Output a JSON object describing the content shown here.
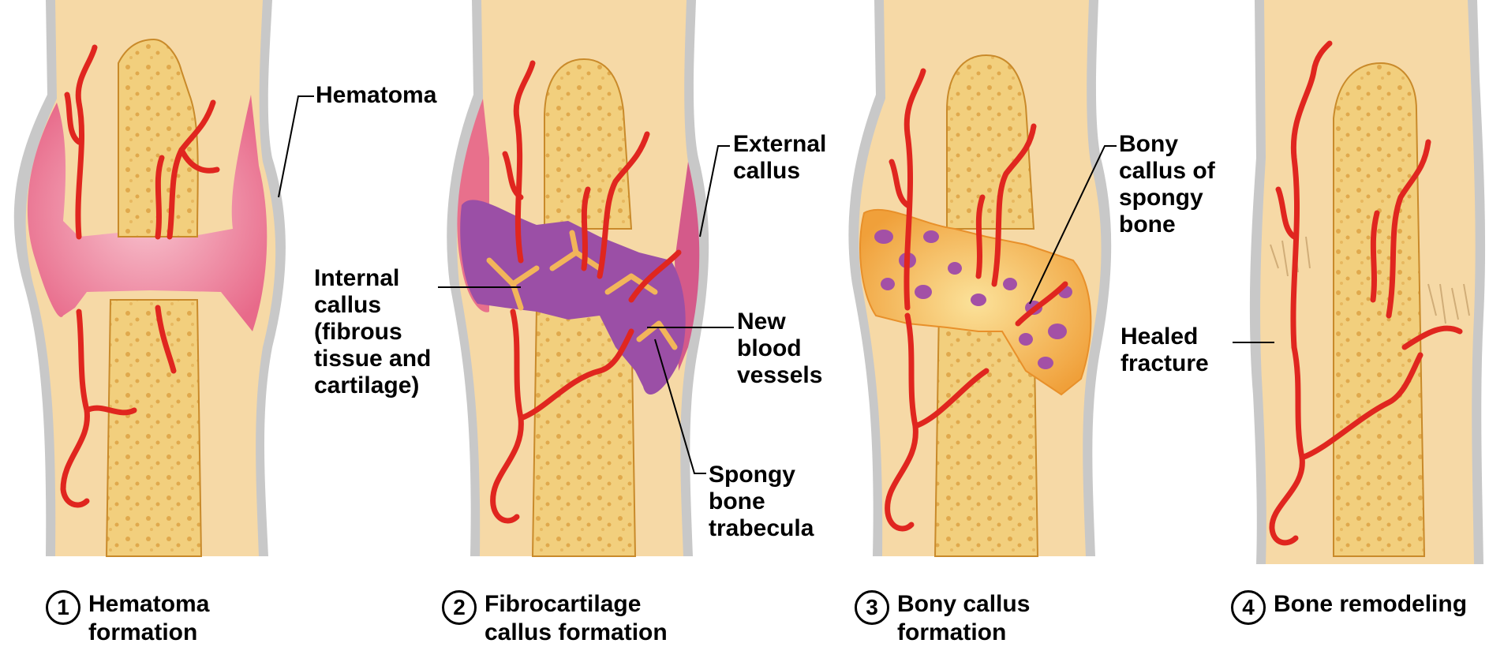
{
  "stages": [
    {
      "number": "1",
      "line1": "Hematoma",
      "line2": "formation"
    },
    {
      "number": "2",
      "line1": "Fibrocartilage",
      "line2": "callus formation"
    },
    {
      "number": "3",
      "line1": "Bony callus",
      "line2": "formation"
    },
    {
      "number": "4",
      "line1": "Bone remodeling",
      "line2": ""
    }
  ],
  "labels": {
    "hematoma": "Hematoma",
    "internal_callus": [
      "Internal",
      "callus",
      "(fibrous",
      "tissue and",
      "cartilage)"
    ],
    "external_callus": [
      "External",
      "callus"
    ],
    "new_blood_vessels": [
      "New",
      "blood",
      "vessels"
    ],
    "spongy_bone_trabecula": [
      "Spongy",
      "bone",
      "trabecula"
    ],
    "bony_callus": [
      "Bony",
      "callus of",
      "spongy",
      "bone"
    ],
    "healed_fracture": [
      "Healed",
      "fracture"
    ]
  },
  "colors": {
    "skin_tan": "#f6d9a6",
    "bone_yellow": "#f0c870",
    "bone_outline": "#c98a2a",
    "hematoma_pink": "#ec7f9a",
    "callus_purple": "#9b4fa6",
    "bony_callus_orange": "#f7c25a",
    "vessel_red": "#e0261f",
    "outline_gray": "#c8c8c8"
  }
}
